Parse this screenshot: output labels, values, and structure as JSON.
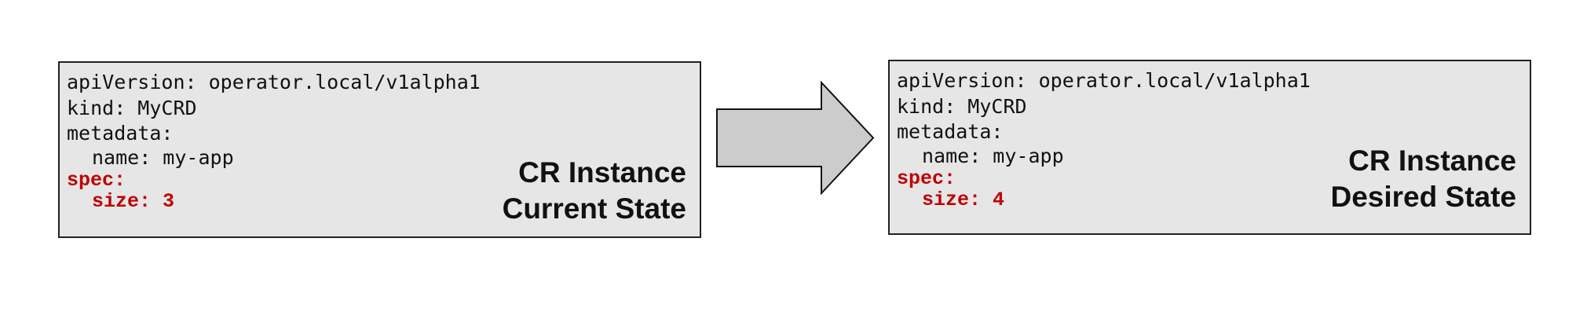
{
  "current": {
    "yaml": {
      "api_version": "apiVersion: operator.local/v1alpha1",
      "kind": "kind: MyCRD",
      "metadata": "metadata:",
      "name": "name: my-app",
      "spec": "spec:",
      "size": "size: 3"
    },
    "label_line1": "CR Instance",
    "label_line2": "Current State"
  },
  "desired": {
    "yaml": {
      "api_version": "apiVersion: operator.local/v1alpha1",
      "kind": "kind: MyCRD",
      "metadata": "metadata:",
      "name": "name: my-app",
      "spec": "spec:",
      "size": "size: 4"
    },
    "label_line1": "CR Instance",
    "label_line2": "Desired State"
  },
  "colors": {
    "box_fill": "#e6e6e6",
    "box_border": "#222222",
    "spec_text": "#c00000",
    "arrow_fill": "#cccccc"
  },
  "arrow": {
    "icon": "right-arrow-icon"
  }
}
